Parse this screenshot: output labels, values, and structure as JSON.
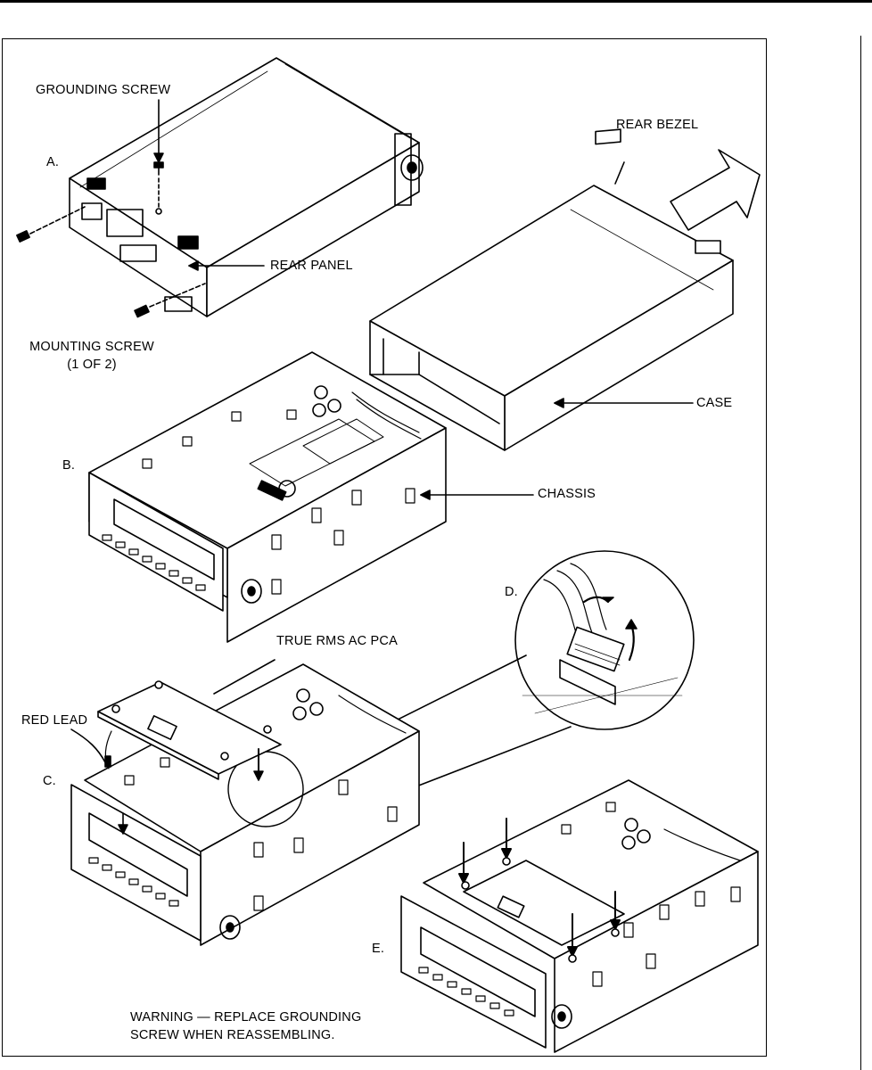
{
  "figure": {
    "labels": {
      "grounding_screw": "GROUNDING SCREW",
      "rear_bezel": "REAR BEZEL",
      "rear_panel": "REAR PANEL",
      "mounting_screw": "MOUNTING SCREW",
      "mounting_screw_note": "(1 OF 2)",
      "case": "CASE",
      "chassis": "CHASSIS",
      "true_rms_ac_pca": "TRUE RMS AC PCA",
      "red_lead": "RED LEAD"
    },
    "steps": {
      "a": "A.",
      "b": "B.",
      "c": "C.",
      "d": "D.",
      "e": "E."
    },
    "warning": {
      "line1": "WARNING — REPLACE GROUNDING",
      "line2": "SCREW WHEN REASSEMBLING."
    }
  }
}
